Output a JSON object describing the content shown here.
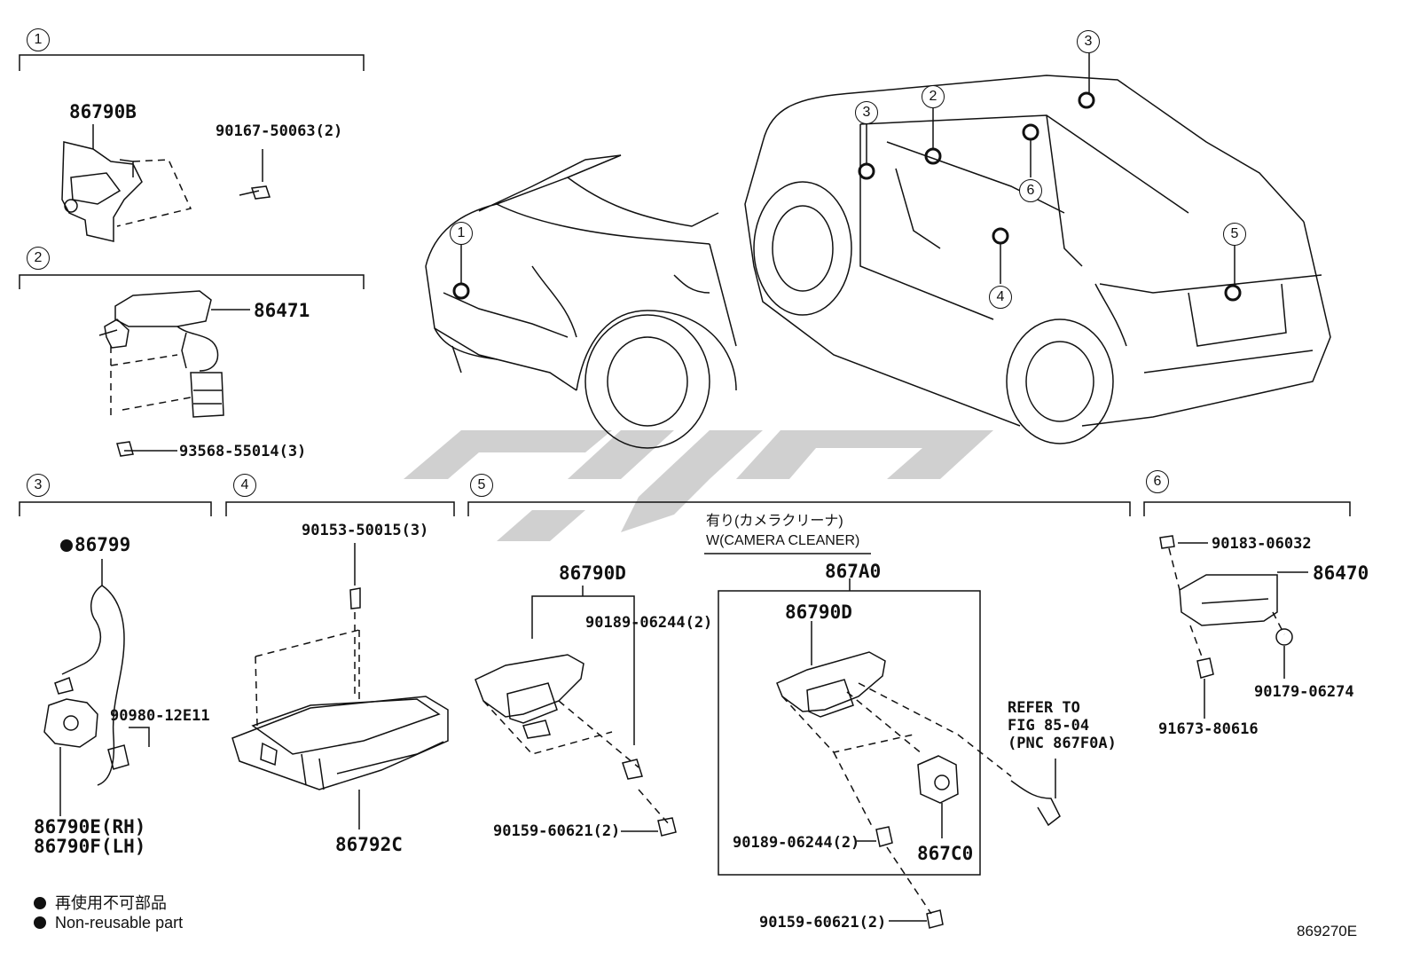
{
  "sections": [
    "1",
    "2",
    "3",
    "4",
    "5",
    "6"
  ],
  "callouts": {
    "front_sensor": "1",
    "dash_camera": "2",
    "roof_unit_a": "3",
    "roof_unit_b": "3",
    "floor_ecu": "4",
    "rear_camera": "5",
    "pillar_unit": "6"
  },
  "parts": {
    "p1_main": "86790B",
    "p1_bolt": "90167-50063(2)",
    "p2_main": "86471",
    "p2_screw": "93568-55014(3)",
    "p3_main": "86799",
    "p3_clip": "90980-12E11",
    "p3_rh": "86790E(RH)",
    "p3_lh": "86790F(LH)",
    "p4_screw": "90153-50015(3)",
    "p4_main": "86792C",
    "p5_cam": "86790D",
    "p5_clip": "90189-06244(2)",
    "p5_screw": "90159-60621(2)",
    "p5_option_jp": "有り(カメラクリーナ)",
    "p5_option_en": "W(CAMERA CLEANER)",
    "p5_assy": "867A0",
    "p5_cam2": "86790D",
    "p5_clip2": "90189-06244(2)",
    "p5_screw2": "90159-60621(2)",
    "p5_cleaner": "867C0",
    "p5_ref1": "REFER TO",
    "p5_ref2": "FIG 85-04",
    "p5_ref3": "(PNC 867F0A)",
    "p6_nut": "90183-06032",
    "p6_main": "86470",
    "p6_grommet": "90179-06274",
    "p6_screw": "91673-80616"
  },
  "legend": {
    "non_reusable_jp": "再使用不可部品",
    "non_reusable_en": "Non-reusable part"
  },
  "figure_code": "869270E",
  "watermark_color": "#c8c8c8"
}
